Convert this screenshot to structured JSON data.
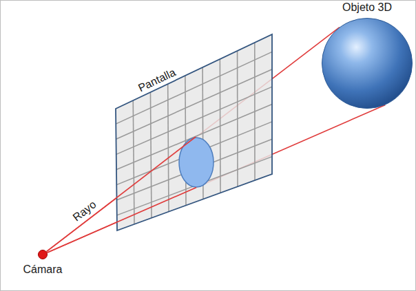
{
  "diagram": {
    "nodes": [
      {
        "text": [
          "Objeto 3D"
        ]
      },
      {
        "text": [
          "Pantalla"
        ]
      },
      {
        "text": [
          "Cámara"
        ]
      }
    ],
    "edges": [
      {
        "from": 2,
        "to": 0,
        "arrow": "none",
        "label": "Rayo"
      },
      {
        "from": 2,
        "to": 0,
        "arrow": "none"
      }
    ]
  }
}
